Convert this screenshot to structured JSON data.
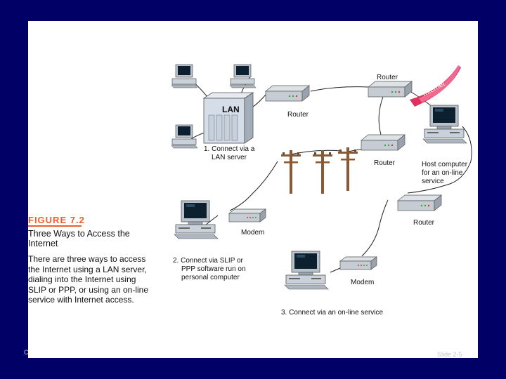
{
  "figure": {
    "label": "FIGURE 7.2",
    "title": "Three Ways to Access the Internet",
    "description": "There are three ways to access the Internet using a LAN server, dialing into the Internet using SLIP or PPP, or using an on-line service with Internet access."
  },
  "diagram": {
    "lan_label": "LAN",
    "internet_label": "Internet",
    "router_labels": [
      "Router",
      "Router",
      "Router",
      "Router"
    ],
    "modem_labels": [
      "Modem",
      "Modem"
    ],
    "host_label": [
      "Host computer",
      "for an on-line",
      "service"
    ],
    "caption_1": [
      "1. Connect via a",
      "LAN server"
    ],
    "caption_2": [
      "2. Connect via SLIP or",
      "PPP software run on",
      "personal computer"
    ],
    "caption_3": "3. Connect via an on-line service"
  },
  "footer": {
    "left": "C",
    "right": "Slide 2-5"
  },
  "colors": {
    "background": "#000066",
    "accent": "#e8602c",
    "internet_band": "#e03060"
  }
}
